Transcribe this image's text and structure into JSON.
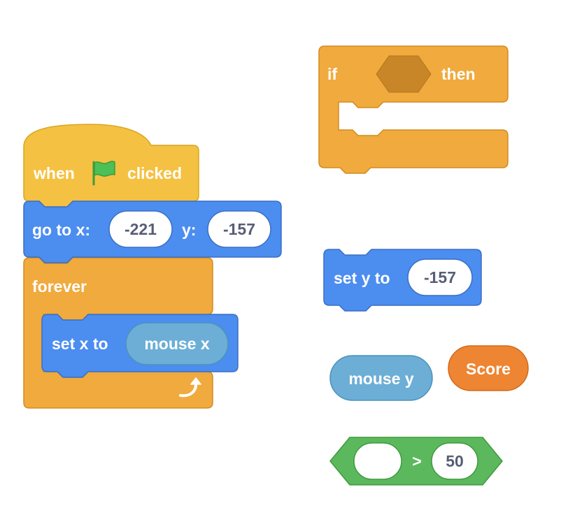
{
  "colors": {
    "events": "#F5C142",
    "events_stroke": "#D9A61F",
    "motion": "#4C8DF0",
    "motion_stroke": "#3A6FC4",
    "control": "#F0AA3E",
    "control_stroke": "#D38B1E",
    "control_slot": "#C88628",
    "sensing": "#6CAED6",
    "sensing_stroke": "#4A92BD",
    "variable": "#EE8533",
    "variable_stroke": "#D16A1B",
    "operator": "#5CB85C",
    "operator_stroke": "#3E9A3E",
    "flag": "#4CBF56",
    "input_text": "#575E75"
  },
  "icons": {
    "flag": "green-flag-icon",
    "loop_arrow": "loop-arrow-icon"
  },
  "blocks": {
    "when_flag": {
      "when_label": "when",
      "clicked_label": "clicked"
    },
    "go_to_xy": {
      "label": "go to x:",
      "x_value": "-221",
      "y_label": "y:",
      "y_value": "-157"
    },
    "forever": {
      "label": "forever"
    },
    "set_x": {
      "label": "set x to",
      "reporter": "mouse x"
    },
    "if_then": {
      "if_label": "if",
      "then_label": "then"
    },
    "set_y": {
      "label": "set y to",
      "value": "-157"
    },
    "mouse_y": {
      "label": "mouse y"
    },
    "score": {
      "label": "Score"
    },
    "greater_than": {
      "left_value": "",
      "operator": ">",
      "right_value": "50"
    }
  }
}
